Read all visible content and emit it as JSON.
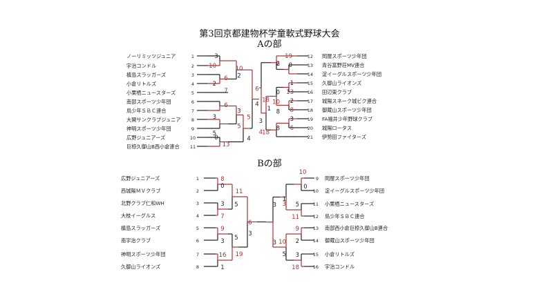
{
  "title": "第3回京都建物杯学童軟式野球大会",
  "division_a": {
    "label": "Aの部",
    "left_teams": [
      {
        "name": "ノーリミッツジュニア",
        "seed": "1"
      },
      {
        "name": "宇治コンドル",
        "seed": "2"
      },
      {
        "name": "槙島スラッガーズ",
        "seed": "3"
      },
      {
        "name": "小倉リトルズ",
        "seed": "4"
      },
      {
        "name": "小栗栖ニュースターズ",
        "seed": "5"
      },
      {
        "name": "南部スポーツ少年団",
        "seed": "6"
      },
      {
        "name": "鳥少年ＳＢＣ連合",
        "seed": "7"
      },
      {
        "name": "大開サンクラブジュニア",
        "seed": "8"
      },
      {
        "name": "神明スポーツ少年団",
        "seed": "9"
      },
      {
        "name": "広野ジュニアーズ",
        "seed": "10"
      },
      {
        "name": "巨椋久御山B西小倉連合",
        "seed": "11"
      }
    ],
    "right_teams": [
      {
        "name": "岡屋スポーツ少年団",
        "seed": "12"
      },
      {
        "name": "青谷富野荘MV連合",
        "seed": "13"
      },
      {
        "name": "淀イーグルスポーツ少年団",
        "seed": "14"
      },
      {
        "name": "久御山ライオンズ",
        "seed": "15"
      },
      {
        "name": "田辺東クラブ",
        "seed": "16"
      },
      {
        "name": "城陽スネーク城ビク連合",
        "seed": "17"
      },
      {
        "name": "御蔵山スポーツ少年団",
        "seed": "18"
      },
      {
        "name": "FA福井少年野球クラブ",
        "seed": "19"
      },
      {
        "name": "城陽ロータス",
        "seed": "20"
      },
      {
        "name": "伊勢田ファイターズ",
        "seed": "21"
      }
    ],
    "scores": [
      {
        "text": "3",
        "win": false
      },
      {
        "text": "10",
        "win": true
      },
      {
        "text": "6",
        "win": true
      },
      {
        "text": "2",
        "win": false
      },
      {
        "text": "7",
        "win": true
      },
      {
        "text": "3",
        "win": false
      },
      {
        "text": "6",
        "win": true
      },
      {
        "text": "5",
        "win": false
      },
      {
        "text": "0",
        "win": false
      },
      {
        "text": "13",
        "win": true
      },
      {
        "text": "10",
        "win": true
      },
      {
        "text": "2",
        "win": false
      },
      {
        "text": "3",
        "win": false
      },
      {
        "text": "5",
        "win": true
      },
      {
        "text": "5",
        "win": true
      },
      {
        "text": "4",
        "win": false
      },
      {
        "text": "6",
        "win": true
      },
      {
        "text": "4",
        "win": false
      },
      {
        "text": "0",
        "win": false
      },
      {
        "text": "19",
        "win": true
      },
      {
        "text": "6",
        "win": true
      },
      {
        "text": "2",
        "win": false
      },
      {
        "text": "1",
        "win": false
      },
      {
        "text": "13",
        "win": true
      },
      {
        "text": "2",
        "win": false
      },
      {
        "text": "8",
        "win": true
      },
      {
        "text": "3",
        "win": false
      },
      {
        "text": "6",
        "win": true
      },
      {
        "text": "0",
        "win": false
      },
      {
        "text": "10",
        "win": true
      },
      {
        "text": "8",
        "win": false
      },
      {
        "text": "8",
        "win": false
      },
      {
        "text": "18",
        "win": true
      },
      {
        "text": "18",
        "win": true
      },
      {
        "text": "1",
        "win": false
      },
      {
        "text": "3",
        "win": false
      },
      {
        "text": "4",
        "win": true
      }
    ]
  },
  "division_b": {
    "label": "Bの部",
    "left_teams": [
      {
        "name": "広野ジュニアーズ",
        "seed": "1"
      },
      {
        "name": "西城陽ＭＶクラブ",
        "seed": "2"
      },
      {
        "name": "北野クラブ仁和WH",
        "seed": "3"
      },
      {
        "name": "大枝イーグルス",
        "seed": "4"
      },
      {
        "name": "槙島スラッガーズ",
        "seed": "5"
      },
      {
        "name": "南宇治クラブ",
        "seed": "6"
      },
      {
        "name": "神明スポーツ少年団",
        "seed": "7"
      },
      {
        "name": "久御山ライオンズ",
        "seed": "8"
      }
    ],
    "right_teams": [
      {
        "name": "岡屋スポーツ少年団",
        "seed": "9"
      },
      {
        "name": "淀イーグルスポーツ少年団",
        "seed": "10"
      },
      {
        "name": "小栗栖ニュースターズ",
        "seed": "11"
      },
      {
        "name": "鳥少年ＳＢＣ連合",
        "seed": "12"
      },
      {
        "name": "南部西小倉巨椋久御山B連合",
        "seed": "13"
      },
      {
        "name": "御蔵山スポーツ少年団",
        "seed": "14"
      },
      {
        "name": "小倉リトルズ",
        "seed": "15"
      },
      {
        "name": "宇治コンドル",
        "seed": "16"
      }
    ],
    "scores": [
      {
        "text": "8",
        "win": true
      },
      {
        "text": "0",
        "win": false
      },
      {
        "text": "3",
        "win": false
      },
      {
        "text": "7",
        "win": true
      },
      {
        "text": "9",
        "win": true
      },
      {
        "text": "3",
        "win": false
      },
      {
        "text": "16",
        "win": true
      },
      {
        "text": "1",
        "win": false
      },
      {
        "text": "11",
        "win": true
      },
      {
        "text": "5",
        "win": false
      },
      {
        "text": "5",
        "win": false
      },
      {
        "text": "19",
        "win": true
      },
      {
        "text": "6",
        "win": true
      },
      {
        "text": "3",
        "win": false
      },
      {
        "text": "10",
        "win": true
      },
      {
        "text": "0",
        "win": false
      },
      {
        "text": "5",
        "win": false
      },
      {
        "text": "11",
        "win": true
      },
      {
        "text": "9",
        "win": true
      },
      {
        "text": "2",
        "win": false
      },
      {
        "text": "3",
        "win": false
      },
      {
        "text": "18",
        "win": true
      },
      {
        "text": "1",
        "win": false
      },
      {
        "text": "3",
        "win": true
      },
      {
        "text": "10",
        "win": true
      },
      {
        "text": "5",
        "win": false
      },
      {
        "text": "3",
        "win": false
      },
      {
        "text": "3",
        "win": false
      }
    ]
  },
  "colors": {
    "winner": "#a83232",
    "loser": "#222222"
  }
}
